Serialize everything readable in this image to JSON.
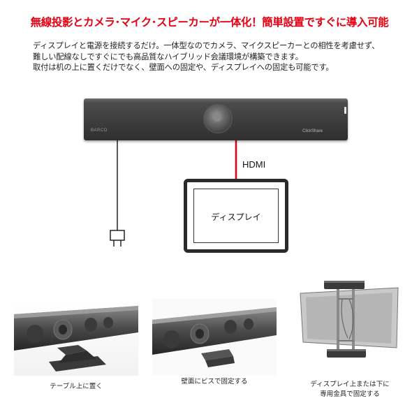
{
  "headline": "無線投影とカメラ･マイク･スピーカーが一体化！簡単設置ですぐに導入可能",
  "description": [
    "ディスプレイと電源を接続するだけ。一体型なのでカメラ、マイクスピーカーとの相性を考慮せず、",
    "難しい配線なしですぐにでも高品質なハイブリッド会議環境が構築できます。",
    "取付は机の上に置くだけでなく、壁面への固定や、ディスプレイへの固定も可能です。"
  ],
  "device": {
    "brand_left": "BARCO",
    "brand_right": "ClickShare"
  },
  "diagram": {
    "hdmi_label": "HDMI",
    "display_label": "ディスプレイ",
    "hdmi_color": "#e60012"
  },
  "mounting": {
    "table_caption": "テーブル上に置く",
    "wall_caption": "壁面にビスで固定する",
    "display_caption_line1": "ディスプレイ上または下に",
    "display_caption_line2": "専用金具で固定する"
  },
  "colors": {
    "headline": "#e60012",
    "device": "#3d3d3d"
  }
}
